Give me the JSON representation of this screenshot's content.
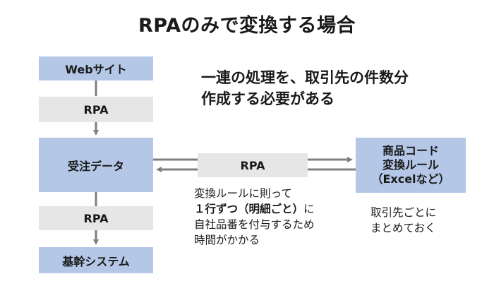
{
  "title": "RPAのみで変換する場合",
  "headline": {
    "line1": "一連の処理を、取引先の件数分",
    "line2": "作成する必要がある"
  },
  "left_flow": {
    "website": "Webサイト",
    "rpa_top": "RPA",
    "order_data": "受注データ",
    "rpa_bottom": "RPA",
    "core_system": "基幹システム"
  },
  "middle": {
    "rpa": "RPA",
    "note": {
      "line1": "変換ルールに則って",
      "line2_bold": "１行ずつ（明細ごと）",
      "line2_rest": "に",
      "line3": "自社品番を付与するため",
      "line4": "時間がかかる"
    }
  },
  "right": {
    "conversion": {
      "line1": "商品コード",
      "line2": "変換ルール",
      "line3": "（Excelなど）"
    },
    "note": {
      "line1": "取引先ごとに",
      "line2": "まとめておく"
    }
  },
  "colors": {
    "blue_box": "#b4c7e7",
    "gray_box": "#e6e6e6",
    "arrow": "#7f7f7f"
  }
}
